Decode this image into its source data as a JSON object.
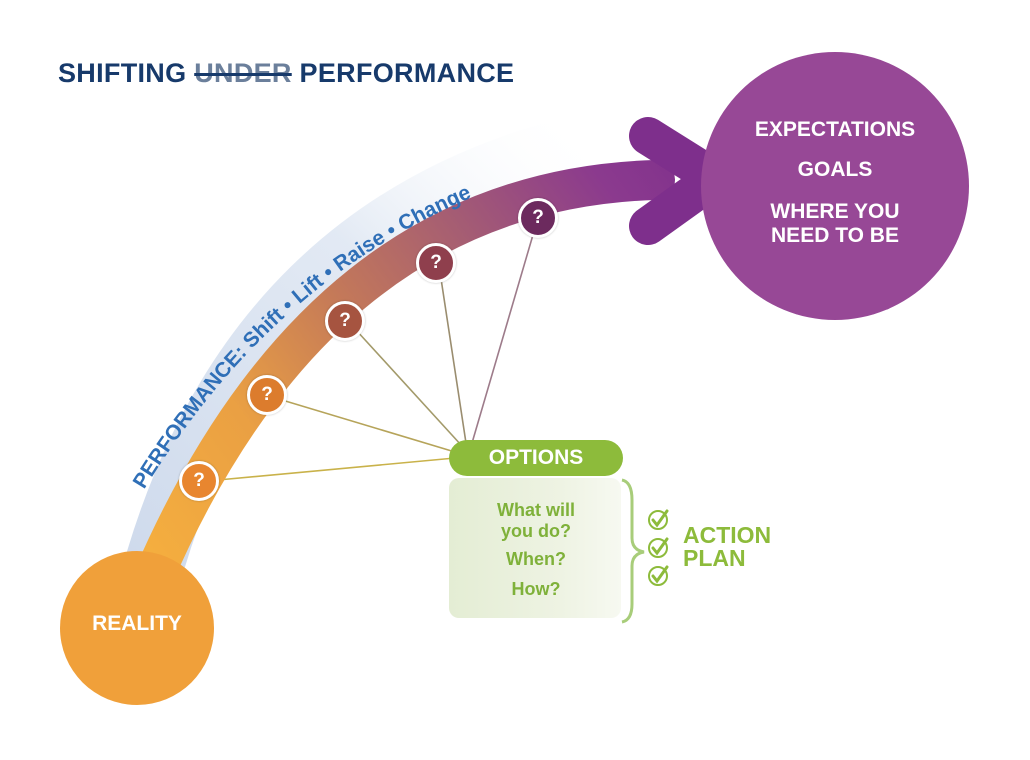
{
  "title": {
    "word1": "SHIFTING",
    "struck": "UNDER",
    "word2": "PERFORMANCE"
  },
  "arc_label": "PERFORMANCE:  Shift  •  Lift  •  Raise  •  Change",
  "goal": {
    "line1": "EXPECTATIONS",
    "line2": "GOALS",
    "line3a": "WHERE YOU",
    "line3b": "NEED TO BE"
  },
  "reality": "REALITY",
  "question_mark": "?",
  "options": {
    "title": "OPTIONS",
    "q1a": "What will",
    "q1b": "you do?",
    "q2": "When?",
    "q3": "How?"
  },
  "action_plan": {
    "line1": "ACTION",
    "line2": "PLAN"
  },
  "colors": {
    "navy": "#173a6b",
    "orange": "#f0a03a",
    "brown": "#a65440",
    "purple": "#8b2f93",
    "green": "#8dbb3b",
    "blue_text": "#2f6fb7"
  }
}
